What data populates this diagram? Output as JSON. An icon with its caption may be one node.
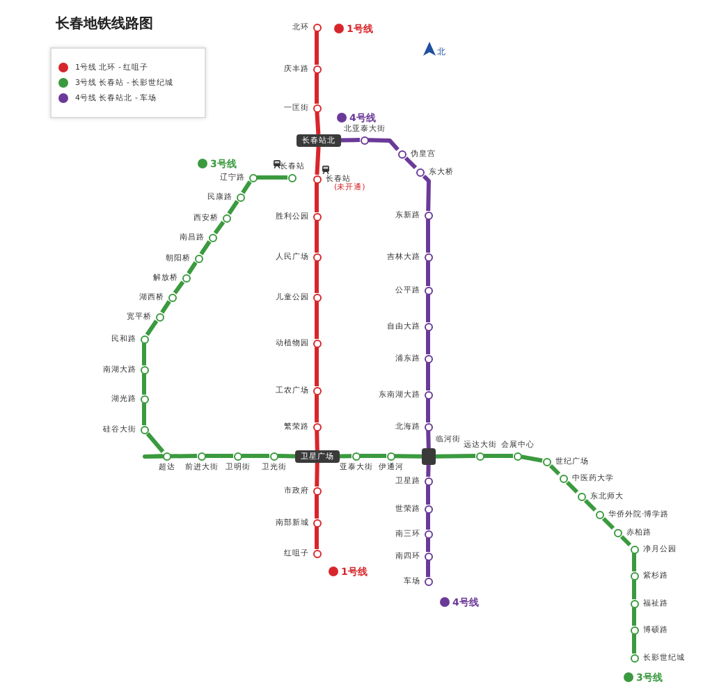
{
  "diagram": {
    "title": "长春地铁线路图",
    "nodes": [
      {
        "text": [
          "北环"
        ]
      },
      {
        "text": [
          "庆丰路"
        ]
      },
      {
        "text": [
          "一匡街"
        ]
      },
      {
        "text": [
          "长春站北"
        ]
      },
      {
        "text": [
          "长春站",
          "(未开通)"
        ]
      },
      {
        "text": [
          "胜利公园"
        ]
      },
      {
        "text": [
          "人民广场"
        ]
      },
      {
        "text": [
          "儿童公园"
        ]
      },
      {
        "text": [
          "动植物园"
        ]
      },
      {
        "text": [
          "工农广场"
        ]
      },
      {
        "text": [
          "繁荣路"
        ]
      },
      {
        "text": [
          "卫星广场"
        ]
      },
      {
        "text": [
          "市政府"
        ]
      },
      {
        "text": [
          "南部新城"
        ]
      },
      {
        "text": [
          "红咀子"
        ]
      },
      {
        "text": [
          "北亚泰大街"
        ]
      },
      {
        "text": [
          "伪皇宫"
        ]
      },
      {
        "text": [
          "东大桥"
        ]
      },
      {
        "text": [
          "东新路"
        ]
      },
      {
        "text": [
          "吉林大路"
        ]
      },
      {
        "text": [
          "公平路"
        ]
      },
      {
        "text": [
          "自由大路"
        ]
      },
      {
        "text": [
          "浦东路"
        ]
      },
      {
        "text": [
          "东南湖大路"
        ]
      },
      {
        "text": [
          "北海路"
        ]
      },
      {
        "text": [
          "临河街"
        ]
      },
      {
        "text": [
          "卫星路"
        ]
      },
      {
        "text": [
          "世荣路"
        ]
      },
      {
        "text": [
          "南三环"
        ]
      },
      {
        "text": [
          "南四环"
        ]
      },
      {
        "text": [
          "车场"
        ]
      },
      {
        "text": [
          "长春站"
        ]
      },
      {
        "text": [
          "辽宁路"
        ]
      },
      {
        "text": [
          "民康路"
        ]
      },
      {
        "text": [
          "西安桥"
        ]
      },
      {
        "text": [
          "南昌路"
        ]
      },
      {
        "text": [
          "朝阳桥"
        ]
      },
      {
        "text": [
          "解放桥"
        ]
      },
      {
        "text": [
          "湖西桥"
        ]
      },
      {
        "text": [
          "宽平桥"
        ]
      },
      {
        "text": [
          "民和路"
        ]
      },
      {
        "text": [
          "南湖大路"
        ]
      },
      {
        "text": [
          "湖光路"
        ]
      },
      {
        "text": [
          "硅谷大街"
        ]
      },
      {
        "text": [
          "超达"
        ]
      },
      {
        "text": [
          "前进大街"
        ]
      },
      {
        "text": [
          "卫明街"
        ]
      },
      {
        "text": [
          "卫光街"
        ]
      },
      {
        "text": [
          "亚泰大街"
        ]
      },
      {
        "text": [
          "伊通河"
        ]
      },
      {
        "text": [
          "远达大街"
        ]
      },
      {
        "text": [
          "会展中心"
        ]
      },
      {
        "text": [
          "世纪广场"
        ]
      },
      {
        "text": [
          "中医药大学"
        ]
      },
      {
        "text": [
          "东北师大"
        ]
      },
      {
        "text": [
          "华侨外院·博学路"
        ]
      },
      {
        "text": [
          "赤柏路"
        ]
      },
      {
        "text": [
          "净月公园"
        ]
      },
      {
        "text": [
          "紫杉路"
        ]
      },
      {
        "text": [
          "福祉路"
        ]
      },
      {
        "text": [
          "博硕路"
        ]
      },
      {
        "text": [
          "长影世纪城"
        ]
      }
    ],
    "edges": [
      {
        "from": 0,
        "to": 1,
        "arrow": "none",
        "color": "#d7262b"
      },
      {
        "from": 1,
        "to": 2,
        "arrow": "none",
        "color": "#d7262b"
      },
      {
        "from": 2,
        "to": 3,
        "arrow": "none",
        "color": "#d7262b"
      },
      {
        "from": 3,
        "to": 4,
        "arrow": "none",
        "color": "#d7262b"
      },
      {
        "from": 4,
        "to": 5,
        "arrow": "none",
        "color": "#d7262b"
      },
      {
        "from": 5,
        "to": 6,
        "arrow": "none",
        "color": "#d7262b"
      },
      {
        "from": 6,
        "to": 7,
        "arrow": "none",
        "color": "#d7262b"
      },
      {
        "from": 7,
        "to": 8,
        "arrow": "none",
        "color": "#d7262b"
      },
      {
        "from": 8,
        "to": 9,
        "arrow": "none",
        "color": "#d7262b"
      },
      {
        "from": 9,
        "to": 10,
        "arrow": "none",
        "color": "#d7262b"
      },
      {
        "from": 10,
        "to": 11,
        "arrow": "none",
        "color": "#d7262b"
      },
      {
        "from": 11,
        "to": 12,
        "arrow": "none",
        "color": "#d7262b"
      },
      {
        "from": 12,
        "to": 13,
        "arrow": "none",
        "color": "#d7262b"
      },
      {
        "from": 13,
        "to": 14,
        "arrow": "none",
        "color": "#d7262b"
      },
      {
        "from": 3,
        "to": 15,
        "arrow": "none",
        "color": "#6b3a98"
      },
      {
        "from": 15,
        "to": 16,
        "arrow": "none",
        "color": "#6b3a98"
      },
      {
        "from": 16,
        "to": 17,
        "arrow": "none",
        "color": "#6b3a98"
      },
      {
        "from": 17,
        "to": 18,
        "arrow": "none",
        "color": "#6b3a98"
      },
      {
        "from": 18,
        "to": 19,
        "arrow": "none",
        "color": "#6b3a98"
      },
      {
        "from": 19,
        "to": 20,
        "arrow": "none",
        "color": "#6b3a98"
      },
      {
        "from": 20,
        "to": 21,
        "arrow": "none",
        "color": "#6b3a98"
      },
      {
        "from": 21,
        "to": 22,
        "arrow": "none",
        "color": "#6b3a98"
      },
      {
        "from": 22,
        "to": 23,
        "arrow": "none",
        "color": "#6b3a98"
      },
      {
        "from": 23,
        "to": 24,
        "arrow": "none",
        "color": "#6b3a98"
      },
      {
        "from": 24,
        "to": 25,
        "arrow": "none",
        "color": "#6b3a98"
      },
      {
        "from": 25,
        "to": 26,
        "arrow": "none",
        "color": "#6b3a98"
      },
      {
        "from": 26,
        "to": 27,
        "arrow": "none",
        "color": "#6b3a98"
      },
      {
        "from": 27,
        "to": 28,
        "arrow": "none",
        "color": "#6b3a98"
      },
      {
        "from": 28,
        "to": 29,
        "arrow": "none",
        "color": "#6b3a98"
      },
      {
        "from": 29,
        "to": 30,
        "arrow": "none",
        "color": "#6b3a98"
      },
      {
        "from": 31,
        "to": 32,
        "arrow": "none"
      },
      {
        "from": 32,
        "to": 33,
        "arrow": "none"
      },
      {
        "from": 33,
        "to": 34,
        "arrow": "none"
      },
      {
        "from": 34,
        "to": 35,
        "arrow": "none"
      },
      {
        "from": 35,
        "to": 36,
        "arrow": "none"
      },
      {
        "from": 36,
        "to": 37,
        "arrow": "none"
      },
      {
        "from": 37,
        "to": 38,
        "arrow": "none"
      },
      {
        "from": 38,
        "to": 39,
        "arrow": "none"
      },
      {
        "from": 39,
        "to": 40,
        "arrow": "none"
      },
      {
        "from": 40,
        "to": 41,
        "arrow": "none"
      },
      {
        "from": 41,
        "to": 42,
        "arrow": "none"
      },
      {
        "from": 42,
        "to": 43,
        "arrow": "none"
      },
      {
        "from": 43,
        "to": 44,
        "arrow": "none"
      },
      {
        "from": 44,
        "to": 45,
        "arrow": "none"
      },
      {
        "from": 45,
        "to": 46,
        "arrow": "none"
      },
      {
        "from": 46,
        "to": 47,
        "arrow": "none"
      },
      {
        "from": 47,
        "to": 11,
        "arrow": "none"
      },
      {
        "from": 11,
        "to": 48,
        "arrow": "none"
      },
      {
        "from": 48,
        "to": 49,
        "arrow": "none"
      },
      {
        "from": 49,
        "to": 25,
        "arrow": "none"
      },
      {
        "from": 25,
        "to": 50,
        "arrow": "none"
      },
      {
        "from": 50,
        "to": 51,
        "arrow": "none"
      },
      {
        "from": 51,
        "to": 52,
        "arrow": "none"
      },
      {
        "from": 52,
        "to": 53,
        "arrow": "none"
      },
      {
        "from": 53,
        "to": 54,
        "arrow": "none"
      },
      {
        "from": 54,
        "to": 55,
        "arrow": "none"
      },
      {
        "from": 55,
        "to": 56,
        "arrow": "none"
      },
      {
        "from": 56,
        "to": 57,
        "arrow": "none"
      },
      {
        "from": 57,
        "to": 58,
        "arrow": "none"
      },
      {
        "from": 58,
        "to": 59,
        "arrow": "none"
      },
      {
        "from": 59,
        "to": 60,
        "arrow": "none"
      },
      {
        "from": 60,
        "to": 61,
        "arrow": "none"
      }
    ],
    "labels": [
      "1号线",
      "北",
      "4号线",
      "3号线",
      "1号线",
      "4号线",
      "3号线"
    ],
    "legend": [
      {
        "text": "1号线 北环 - 红咀子",
        "color": "#d7262b"
      },
      {
        "text": "3号线 长春站 - 长影世纪城",
        "color": "#3b9a3f"
      },
      {
        "text": "4号线 长春站北 - 车场",
        "color": "#6b3a98"
      }
    ]
  }
}
